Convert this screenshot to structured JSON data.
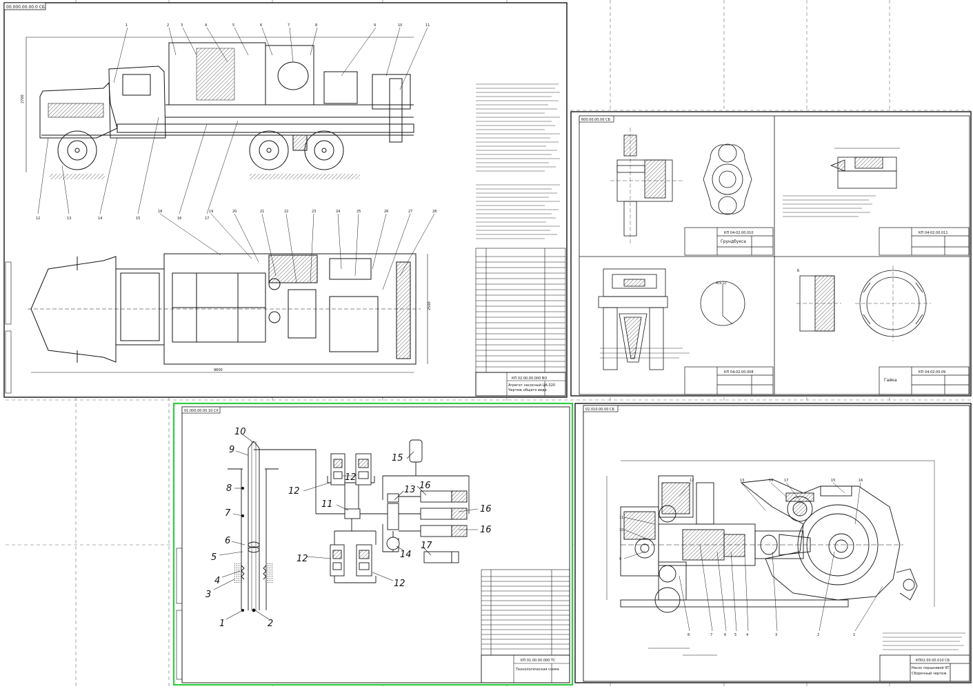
{
  "sheets": {
    "truck": {
      "code": "00.000.00.00.0 СБ"
    },
    "parts": {
      "code": "600.00.00.00 СБ"
    },
    "scheme": {
      "code": "01.000.00.00.10 СХ"
    },
    "pump": {
      "code": "02.010.00.00 СБ"
    }
  },
  "dims": {
    "height_2": "2700",
    "length": "9600",
    "width": "2500"
  },
  "title_blocks": {
    "truck": "КП 02.00.00.000 ВО",
    "truck_line1": "Агрегат насосный ЦА-320",
    "truck_line2": "Чертеж общего вида",
    "gland": "КП 04-02.00.010",
    "gland_name": "Грундбукса",
    "parts_ref": "КП 04-02.00.011",
    "seal": "КП 04-02.00.008",
    "nut": "КП 04-02.00.09",
    "nut_name": "Гайка",
    "scheme": "КП 01.00.00.000 ТС",
    "scheme_name": "Технологическая схема",
    "pump": "КП02.00.00.010 СБ",
    "pump_line1": "Насос поршневой 9Т",
    "pump_line2": "Сборочный чертеж"
  },
  "parts_views": {
    "section_label": "А(5:1)",
    "view_b": "Б"
  },
  "scheme_labels": [
    "1",
    "2",
    "3",
    "4",
    "5",
    "6",
    "7",
    "8",
    "9",
    "10",
    "11",
    "12",
    "12",
    "12",
    "12",
    "13",
    "14",
    "15",
    "16",
    "16",
    "16",
    "17"
  ],
  "truck_callouts": [
    "1",
    "2",
    "3",
    "4",
    "5",
    "6",
    "7",
    "8",
    "9",
    "10",
    "11",
    "12",
    "13",
    "14",
    "15",
    "16",
    "17",
    "18",
    "19",
    "20",
    "21",
    "22",
    "23",
    "24",
    "25",
    "26",
    "27",
    "28"
  ],
  "pump_callouts": [
    "1",
    "2",
    "3",
    "4",
    "5",
    "6",
    "7",
    "8",
    "9",
    "10",
    "11",
    "12",
    "13",
    "14",
    "15",
    "16",
    "17"
  ],
  "colors": {
    "line": "#1a1a1a",
    "dash": "#555555",
    "highlight": "#2ecc40",
    "hatch": "#222222"
  }
}
